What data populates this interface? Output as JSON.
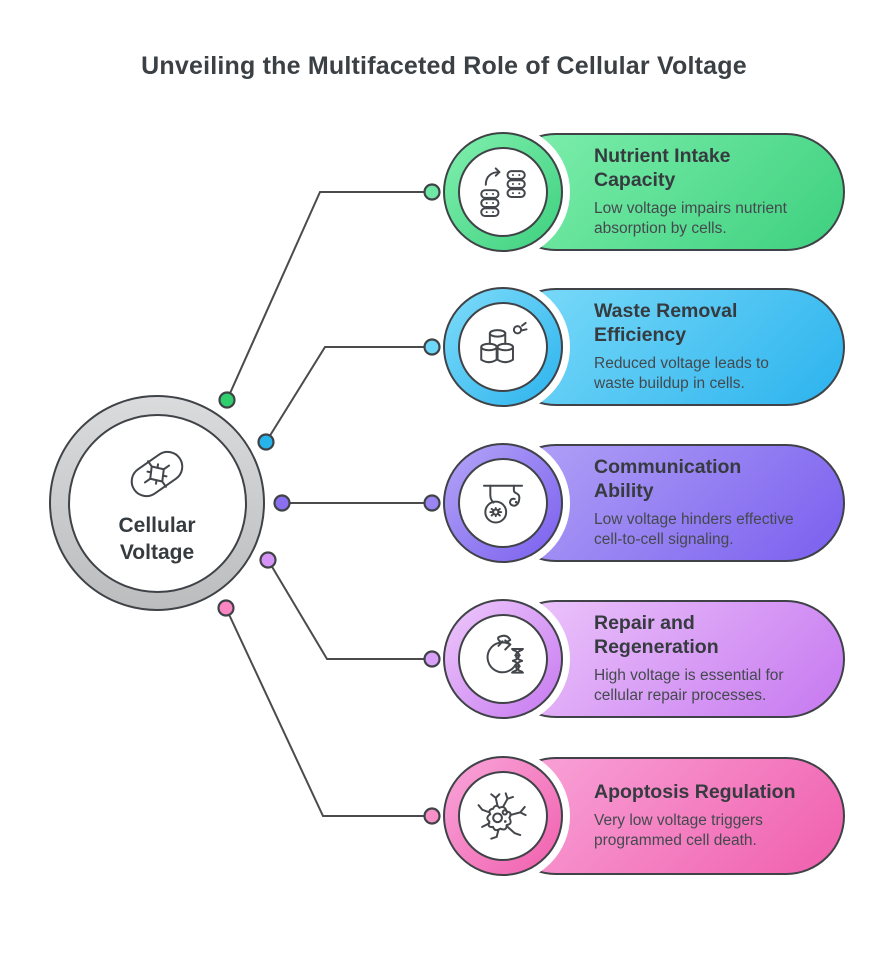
{
  "title": "Unveiling the Multifaceted Role of Cellular Voltage",
  "hub": {
    "label": "Cellular\nVoltage",
    "icon": "voltage-capsule-icon"
  },
  "items": [
    {
      "heading": "Nutrient Intake\nCapacity",
      "description": "Low voltage impairs nutrient\nabsorption by cells.",
      "icon": "nutrient-exchange-icon",
      "gradient_light": "#80f0ae",
      "gradient_dark": "#3ed07f",
      "dot_center_color": "#2fcf6e",
      "dot_item_color": "#6fe8a5"
    },
    {
      "heading": "Waste Removal\nEfficiency",
      "description": "Reduced voltage leads to\nwaste buildup in cells.",
      "icon": "waste-barrels-icon",
      "gradient_light": "#7edcf9",
      "gradient_dark": "#2cb3ee",
      "dot_center_color": "#27b4ea",
      "dot_item_color": "#6ed7f7"
    },
    {
      "heading": "Communication\nAbility",
      "description": "Low voltage hinders effective\ncell-to-cell signaling.",
      "icon": "cell-signaling-icon",
      "gradient_light": "#b4a5f7",
      "gradient_dark": "#7a5fee",
      "dot_center_color": "#8a6ff0",
      "dot_item_color": "#9b85f3"
    },
    {
      "heading": "Repair and\nRegeneration",
      "description": "High voltage is essential for\ncellular repair processes.",
      "icon": "repair-dna-icon",
      "gradient_light": "#eec9fb",
      "gradient_dark": "#c678f0",
      "dot_center_color": "#d693f6",
      "dot_item_color": "#d9a0f7"
    },
    {
      "heading": "Apoptosis Regulation",
      "description": "Very low voltage triggers\nprogrammed cell death.",
      "icon": "apoptosis-cell-icon",
      "gradient_light": "#f9a6da",
      "gradient_dark": "#f05fad",
      "dot_center_color": "#fb86c4",
      "dot_item_color": "#f98fc7"
    }
  ],
  "colors": {
    "outline": "#3f4347",
    "connector_line": "#4b4b4b",
    "title_text": "#3b4045",
    "heading_text": "#363b40",
    "body_text": "#44494e",
    "hub_ring_light": "#dadbdc",
    "hub_ring_dark": "#bcbdbe",
    "background": "#ffffff"
  }
}
